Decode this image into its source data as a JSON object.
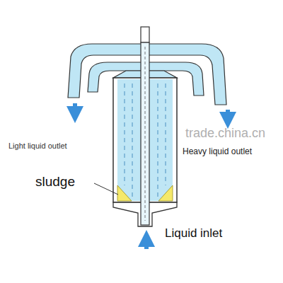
{
  "diagram": {
    "labels": [
      "Light liquid outlet",
      "trade.china.cn",
      "Heavy liquid outlet",
      "sludge",
      "Liquid inlet"
    ]
  }
}
